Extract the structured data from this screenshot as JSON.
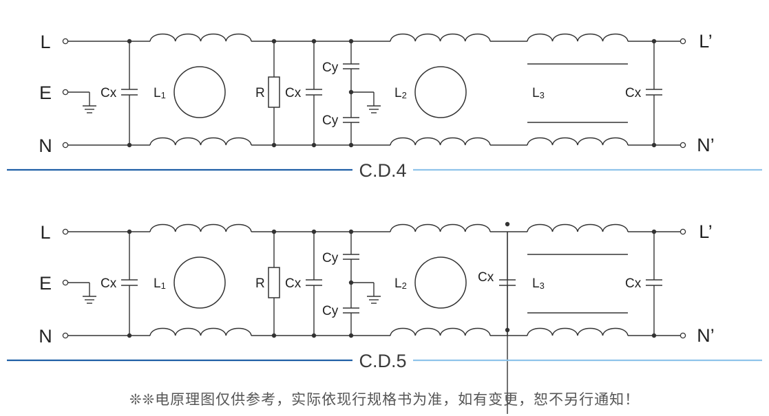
{
  "diagram_4": {
    "caption": "C.D.4",
    "terminals": {
      "line_in": "L",
      "earth": "E",
      "neutral_in": "N",
      "line_out": "L’",
      "neutral_out": "N’"
    },
    "components": {
      "cx1": "Cx",
      "l1": "L",
      "l1_sub": "1",
      "r": "R",
      "cx2": "Cx",
      "cy_top": "Cy",
      "cy_bottom": "Cy",
      "l2": "L",
      "l2_sub": "2",
      "l3": "L",
      "l3_sub": "3",
      "cx_out": "Cx"
    }
  },
  "diagram_5": {
    "caption": "C.D.5",
    "terminals": {
      "line_in": "L",
      "earth": "E",
      "neutral_in": "N",
      "line_out": "L’",
      "neutral_out": "N’"
    },
    "components": {
      "cx1": "Cx",
      "l1": "L",
      "l1_sub": "1",
      "r": "R",
      "cx2": "Cx",
      "cy_top": "Cy",
      "cy_bottom": "Cy",
      "l2": "L",
      "l2_sub": "2",
      "cx_mid": "Cx",
      "l3": "L",
      "l3_sub": "3",
      "cx_out": "Cx"
    }
  },
  "colors": {
    "wire": "#333333",
    "rule_dark": "#1f5fa6",
    "rule_light": "#8ec3ea"
  },
  "footer_note": "❊❊电原理图仅供参考，实际依现行规格书为准，如有变更，恕不另行通知！"
}
